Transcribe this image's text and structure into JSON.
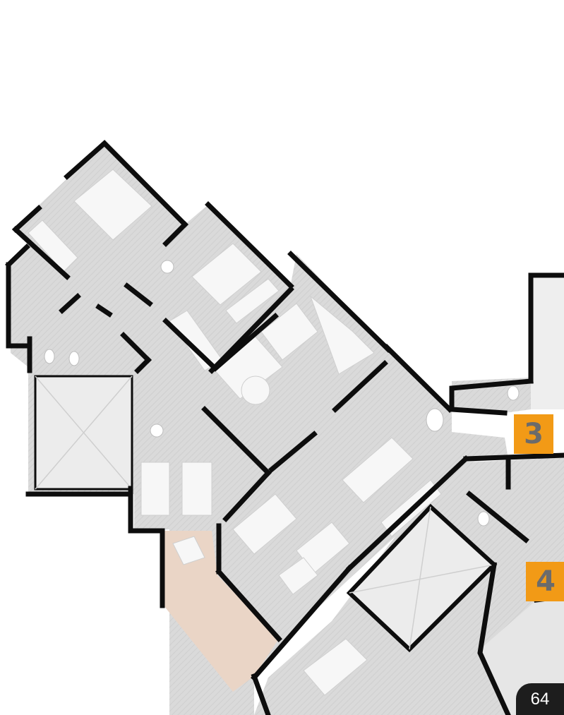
{
  "colors": {
    "wall": "#0d0d0d",
    "floor": "#d9d9d9",
    "room_light": "#ebebeb",
    "furniture": "#fafafa",
    "terrace": "#ead5c6",
    "badge": "#f29a16",
    "page_pill": "#1d1d1d"
  },
  "units": [
    {
      "label": "3"
    },
    {
      "label": "4"
    }
  ],
  "page_number": "64"
}
